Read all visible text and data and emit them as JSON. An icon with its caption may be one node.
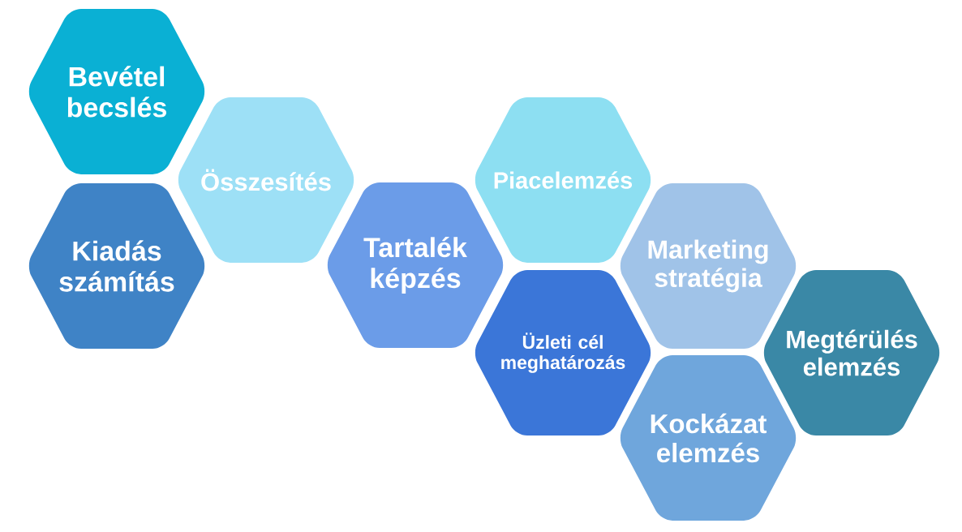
{
  "diagram": {
    "nodes": [
      {
        "text": [
          "Bevétel becslés"
        ]
      },
      {
        "text": [
          "Összesítés"
        ]
      },
      {
        "text": [
          "Kiadás számítás"
        ]
      },
      {
        "text": [
          "Tartalék képzés"
        ]
      },
      {
        "text": [
          "Piacelemzés"
        ]
      },
      {
        "text": [
          "Üzleti cél meghatározás"
        ]
      },
      {
        "text": [
          "Marketing stratégia"
        ]
      },
      {
        "text": [
          "Megtérülés elemzés"
        ]
      },
      {
        "text": [
          "Kockázat elemzés"
        ]
      }
    ]
  }
}
